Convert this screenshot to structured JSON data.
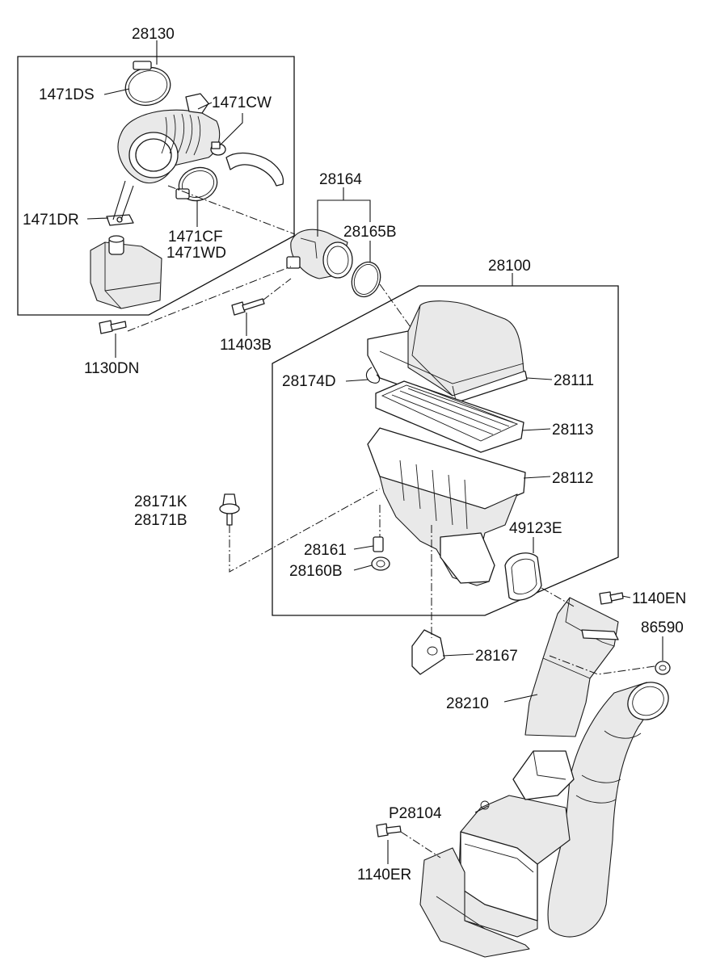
{
  "labels": {
    "l28130": "28130",
    "l1471DS": "1471DS",
    "l1471CW": "1471CW",
    "l1471DR": "1471DR",
    "l1471CF": "1471CF",
    "l1471WD": "1471WD",
    "l1130DN": "1130DN",
    "l28164": "28164",
    "l28165B": "28165B",
    "l11403B": "11403B",
    "l28100": "28100",
    "l28174D": "28174D",
    "l28111": "28111",
    "l28113": "28113",
    "l28112": "28112",
    "l28171K": "28171K",
    "l28171B": "28171B",
    "l28161": "28161",
    "l28160B": "28160B",
    "l49123E": "49123E",
    "l1140EN": "1140EN",
    "l86590": "86590",
    "l28167": "28167",
    "l28210": "28210",
    "lP28104": "P28104",
    "l1140ER": "1140ER"
  }
}
